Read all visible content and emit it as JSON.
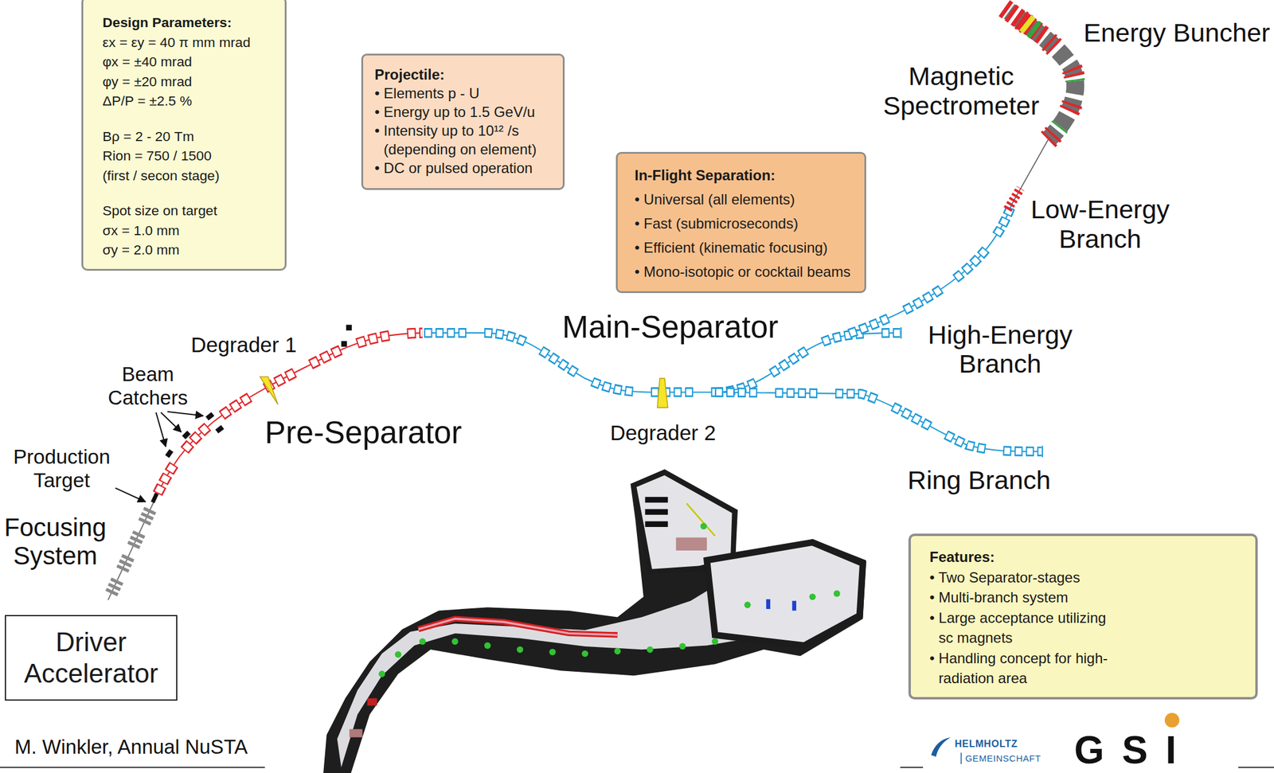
{
  "diagram": {
    "nodes": [
      {
        "text": [
          "Design Parameters:",
          "εx = εy = 40 π mm mrad",
          "φx = ±40 mrad",
          "φy = ±20 mrad",
          "ΔP/P = ±2.5 %",
          "Bρ = 2 - 20 Tm",
          "Rion = 750 / 1500",
          "(first / secon stage)",
          "Spot size on target",
          "σx = 1.0 mm",
          "σy = 2.0 mm"
        ]
      },
      {
        "text": [
          "Projectile:",
          "• Elements p - U",
          "• Energy up to 1.5 GeV/u",
          "• Intensity up to 10¹² /s (depending on element)",
          "• DC or pulsed operation"
        ]
      },
      {
        "text": [
          "In-Flight Separation:",
          "• Universal (all elements)",
          "• Fast (submicroseconds)",
          "• Efficient (kinematic focusing)",
          "• Mono-isotopic or cocktail beams"
        ]
      },
      {
        "text": [
          "Driver Accelerator"
        ]
      },
      {
        "text": [
          "Features:",
          "• Two Separator-stages",
          "• Multi-branch system",
          "• Large acceptance utilizing sc magnets",
          "• Handling concept for high-radiation area"
        ]
      }
    ],
    "labels": [
      "Energy Buncher",
      "Magnetic Spectrometer",
      "Low-Energy Branch",
      "Degrader 1",
      "Main-Separator",
      "High-Energy Branch",
      "Beam Catchers",
      "Pre-Separator",
      "Degrader 2",
      "Production Target",
      "Ring Branch",
      "Focusing System",
      "M. Winkler, Annual NuSTA",
      "HELMHOLTZ",
      "GEMEINSCHAFT",
      "GSI"
    ]
  }
}
